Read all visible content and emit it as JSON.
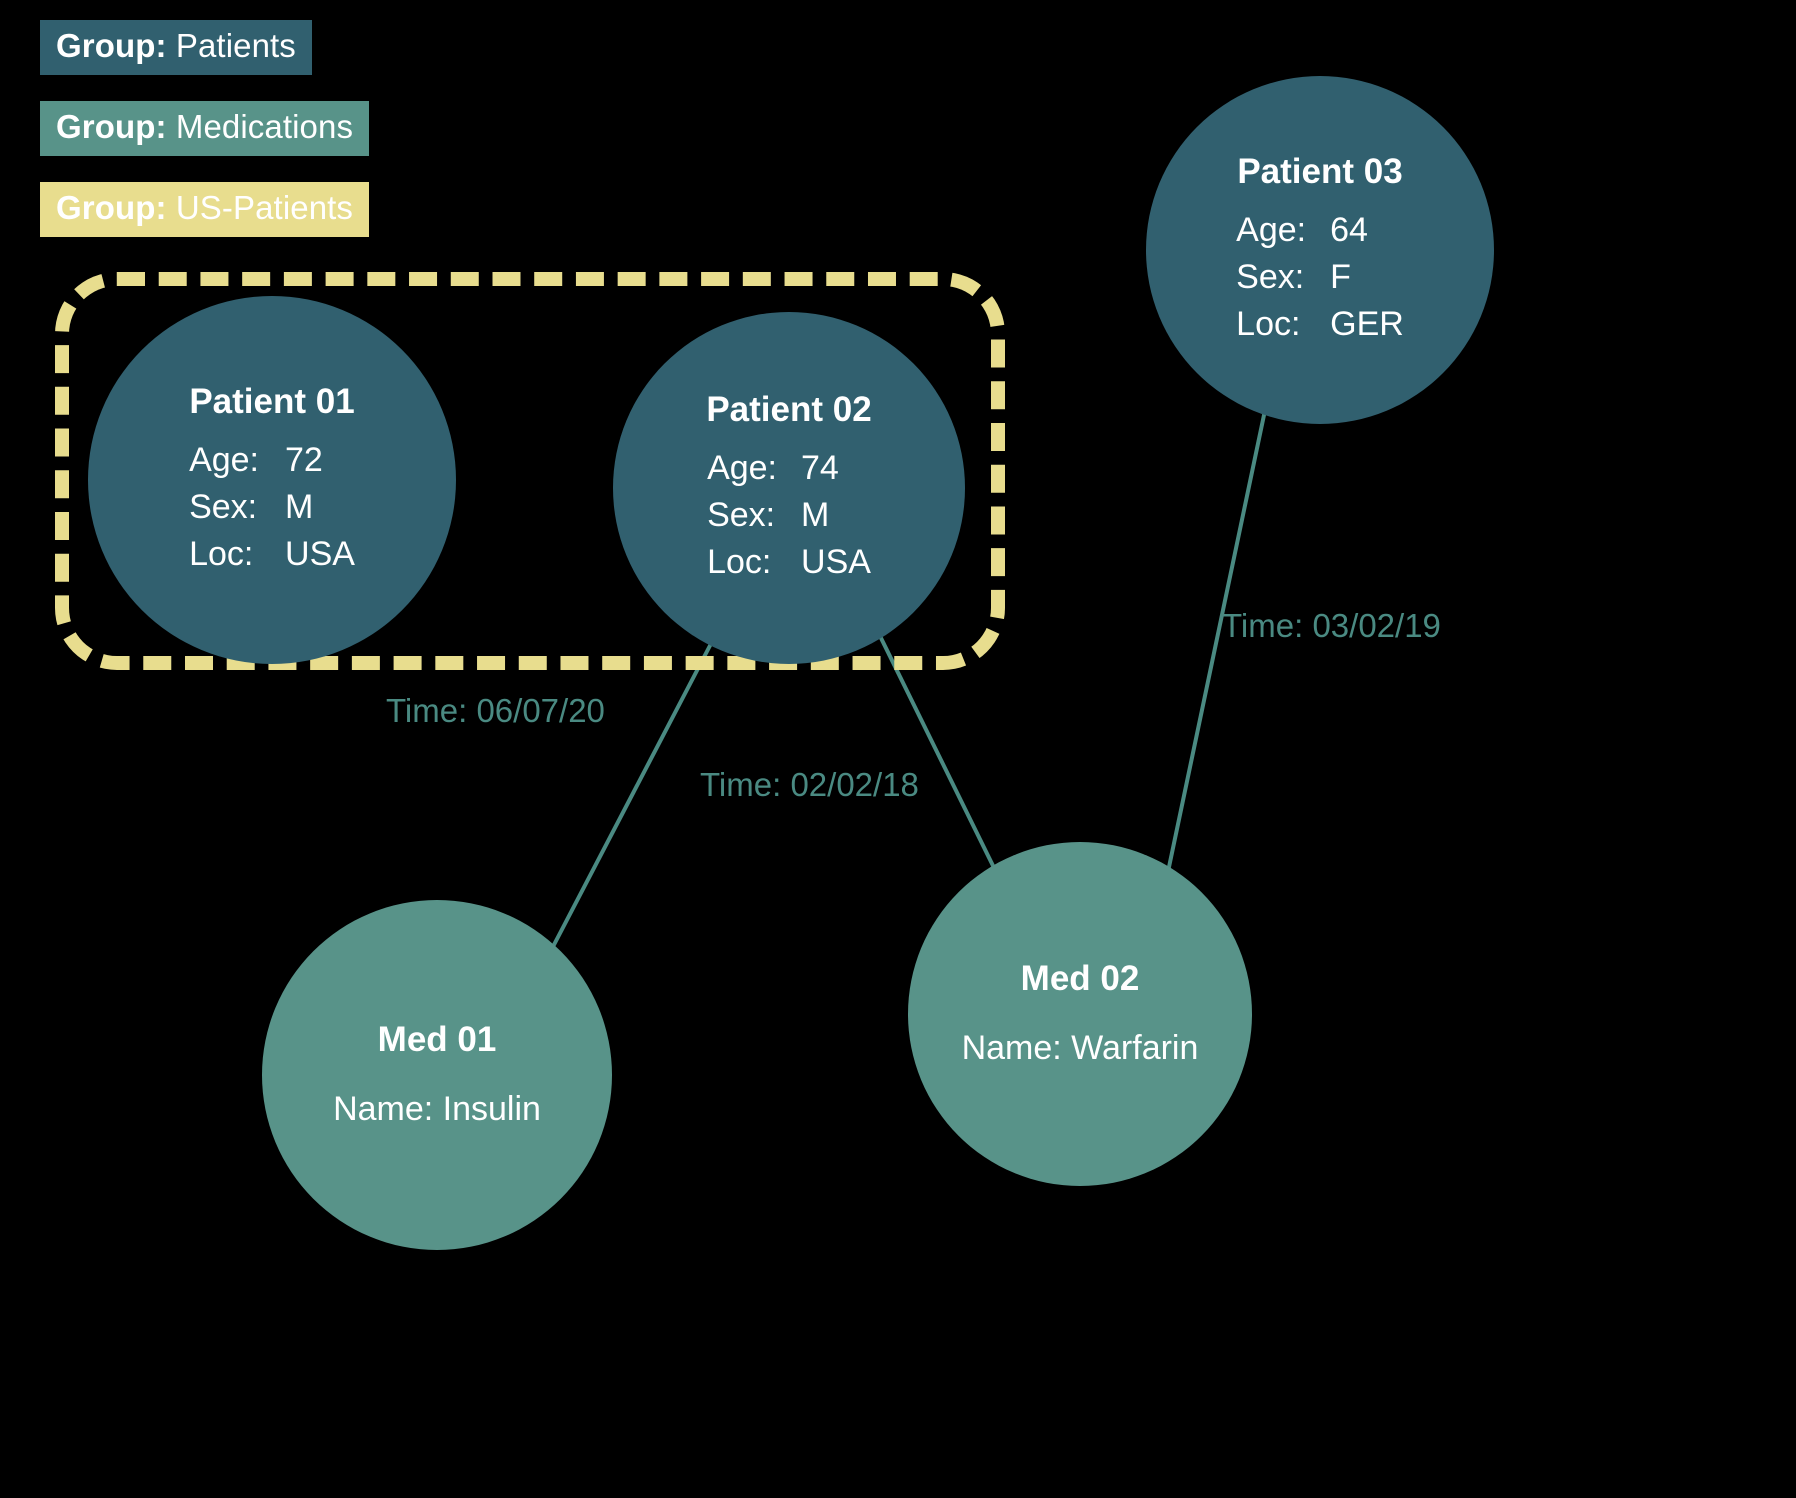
{
  "legend": {
    "items": [
      {
        "key": "Group:",
        "value": "Patients",
        "color": "#31606f",
        "name": "legend-patients"
      },
      {
        "key": "Group:",
        "value": "Medications",
        "color": "#589389",
        "name": "legend-medications"
      },
      {
        "key": "Group:",
        "value": "US-Patients",
        "color": "#e8dd8e",
        "name": "legend-us-patients"
      }
    ]
  },
  "group_box": {
    "label": "US-Patients",
    "style": "dashed",
    "color": "#e8dd8e"
  },
  "nodes": {
    "patient_01": {
      "title": "Patient 01",
      "attrs": [
        {
          "key": "Age:",
          "value": "72"
        },
        {
          "key": "Sex:",
          "value": "M"
        },
        {
          "key": "Loc:",
          "value": "USA"
        }
      ],
      "color": "#31606f"
    },
    "patient_02": {
      "title": "Patient 02",
      "attrs": [
        {
          "key": "Age:",
          "value": "74"
        },
        {
          "key": "Sex:",
          "value": "M"
        },
        {
          "key": "Loc:",
          "value": "USA"
        }
      ],
      "color": "#31606f"
    },
    "patient_03": {
      "title": "Patient 03",
      "attrs": [
        {
          "key": "Age:",
          "value": "64"
        },
        {
          "key": "Sex:",
          "value": "F"
        },
        {
          "key": "Loc:",
          "value": "GER"
        }
      ],
      "color": "#31606f"
    },
    "med_01": {
      "title": "Med 01",
      "detail": "Name: Insulin",
      "color": "#589389"
    },
    "med_02": {
      "title": "Med 02",
      "detail": "Name: Warfarin",
      "color": "#589389"
    }
  },
  "edges": [
    {
      "name": "edge-patient02-med01",
      "label": "Time: 06/07/20",
      "from": "patient_02",
      "to": "med_01",
      "color": "#4a8a82"
    },
    {
      "name": "edge-patient02-med02",
      "label": "Time: 02/02/18",
      "from": "patient_02",
      "to": "med_02",
      "color": "#4a8a82"
    },
    {
      "name": "edge-patient03-med02",
      "label": "Time: 03/02/19",
      "from": "patient_03",
      "to": "med_02",
      "color": "#4a8a82"
    }
  ],
  "canvas": {
    "background": "#000000"
  }
}
